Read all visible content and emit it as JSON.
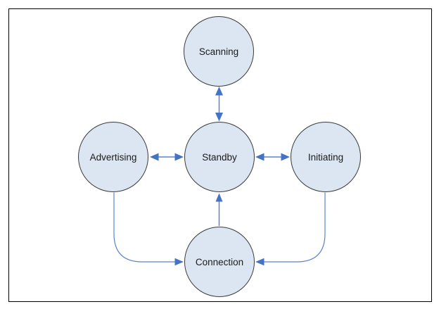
{
  "diagram": {
    "type": "state-diagram",
    "description": "Link layer state machine with five circular states connected by arrows",
    "nodes": [
      {
        "id": "scanning",
        "label": "Scanning"
      },
      {
        "id": "advertising",
        "label": "Advertising"
      },
      {
        "id": "standby",
        "label": "Standby"
      },
      {
        "id": "initiating",
        "label": "Initiating"
      },
      {
        "id": "connection",
        "label": "Connection"
      }
    ],
    "edges": [
      {
        "from": "standby",
        "to": "scanning",
        "bidirectional": true
      },
      {
        "from": "standby",
        "to": "advertising",
        "bidirectional": true
      },
      {
        "from": "standby",
        "to": "initiating",
        "bidirectional": true
      },
      {
        "from": "advertising",
        "to": "connection",
        "bidirectional": false
      },
      {
        "from": "initiating",
        "to": "connection",
        "bidirectional": false
      },
      {
        "from": "connection",
        "to": "standby",
        "bidirectional": false
      }
    ]
  },
  "colors": {
    "node-fill": "#dce6f2",
    "node-border": "#3a3a3a",
    "arrow": "#4472c4",
    "arrow-line": "#5b84cd",
    "frame-border": "#000000",
    "text": "#1a1a1a",
    "background": "#ffffff"
  }
}
